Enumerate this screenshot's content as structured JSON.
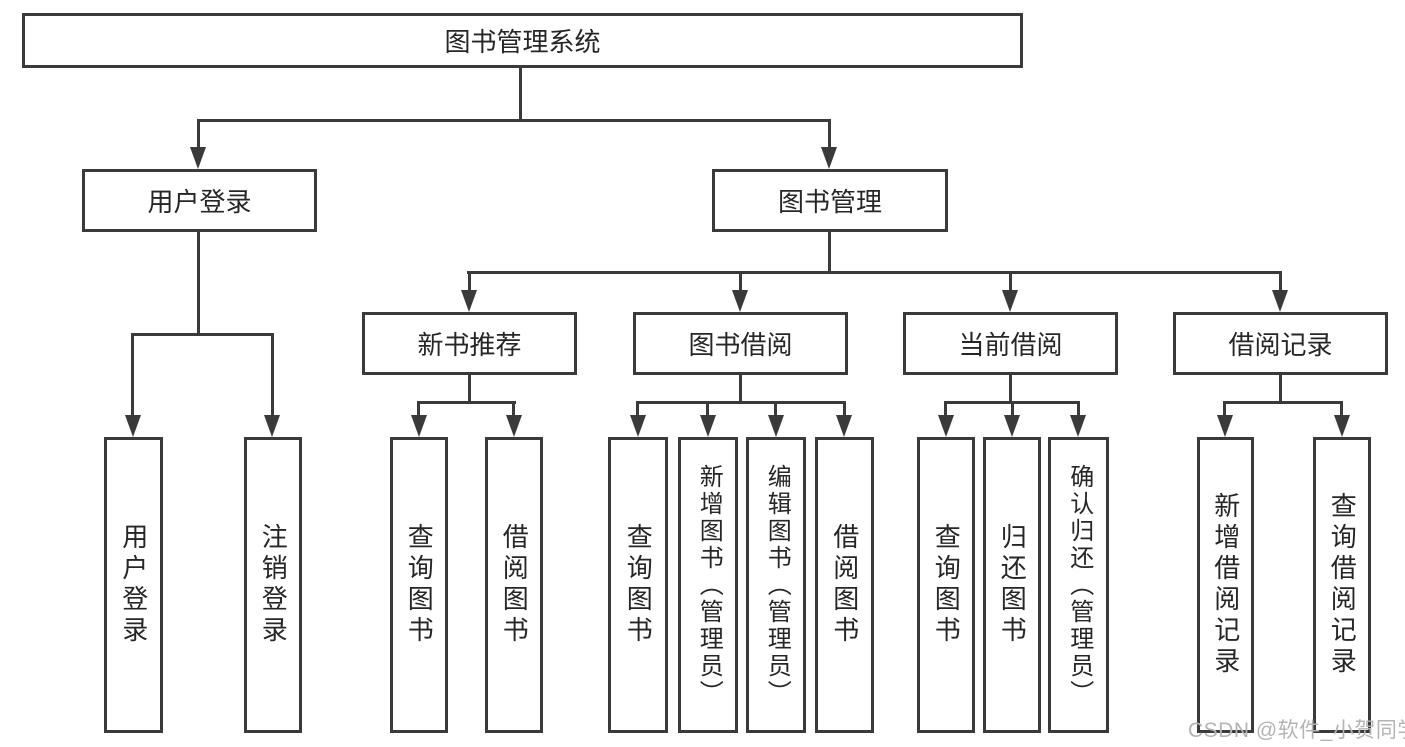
{
  "diagram": {
    "root": {
      "label": "图书管理系统",
      "children": [
        {
          "label": "用户登录",
          "children": [
            {
              "label": "用户登录"
            },
            {
              "label": "注销登录"
            }
          ]
        },
        {
          "label": "图书管理",
          "children": [
            {
              "label": "新书推荐",
              "children": [
                {
                  "label": "查询图书"
                },
                {
                  "label": "借阅图书"
                }
              ]
            },
            {
              "label": "图书借阅",
              "children": [
                {
                  "label": "查询图书"
                },
                {
                  "label": "新增图书（管理员）"
                },
                {
                  "label": "编辑图书（管理员）"
                },
                {
                  "label": "借阅图书"
                }
              ]
            },
            {
              "label": "当前借阅",
              "children": [
                {
                  "label": "查询图书"
                },
                {
                  "label": "归还图书"
                },
                {
                  "label": "确认归还（管理员）"
                }
              ]
            },
            {
              "label": "借阅记录",
              "children": [
                {
                  "label": "新增借阅记录"
                },
                {
                  "label": "查询借阅记录"
                }
              ]
            }
          ]
        }
      ]
    }
  },
  "watermark": {
    "text": "CSDN @软件_小贺同学"
  },
  "colors": {
    "line": "#3a3a3a",
    "text": "#262626",
    "background": "#ffffff",
    "watermark": "#b4b4b4"
  }
}
